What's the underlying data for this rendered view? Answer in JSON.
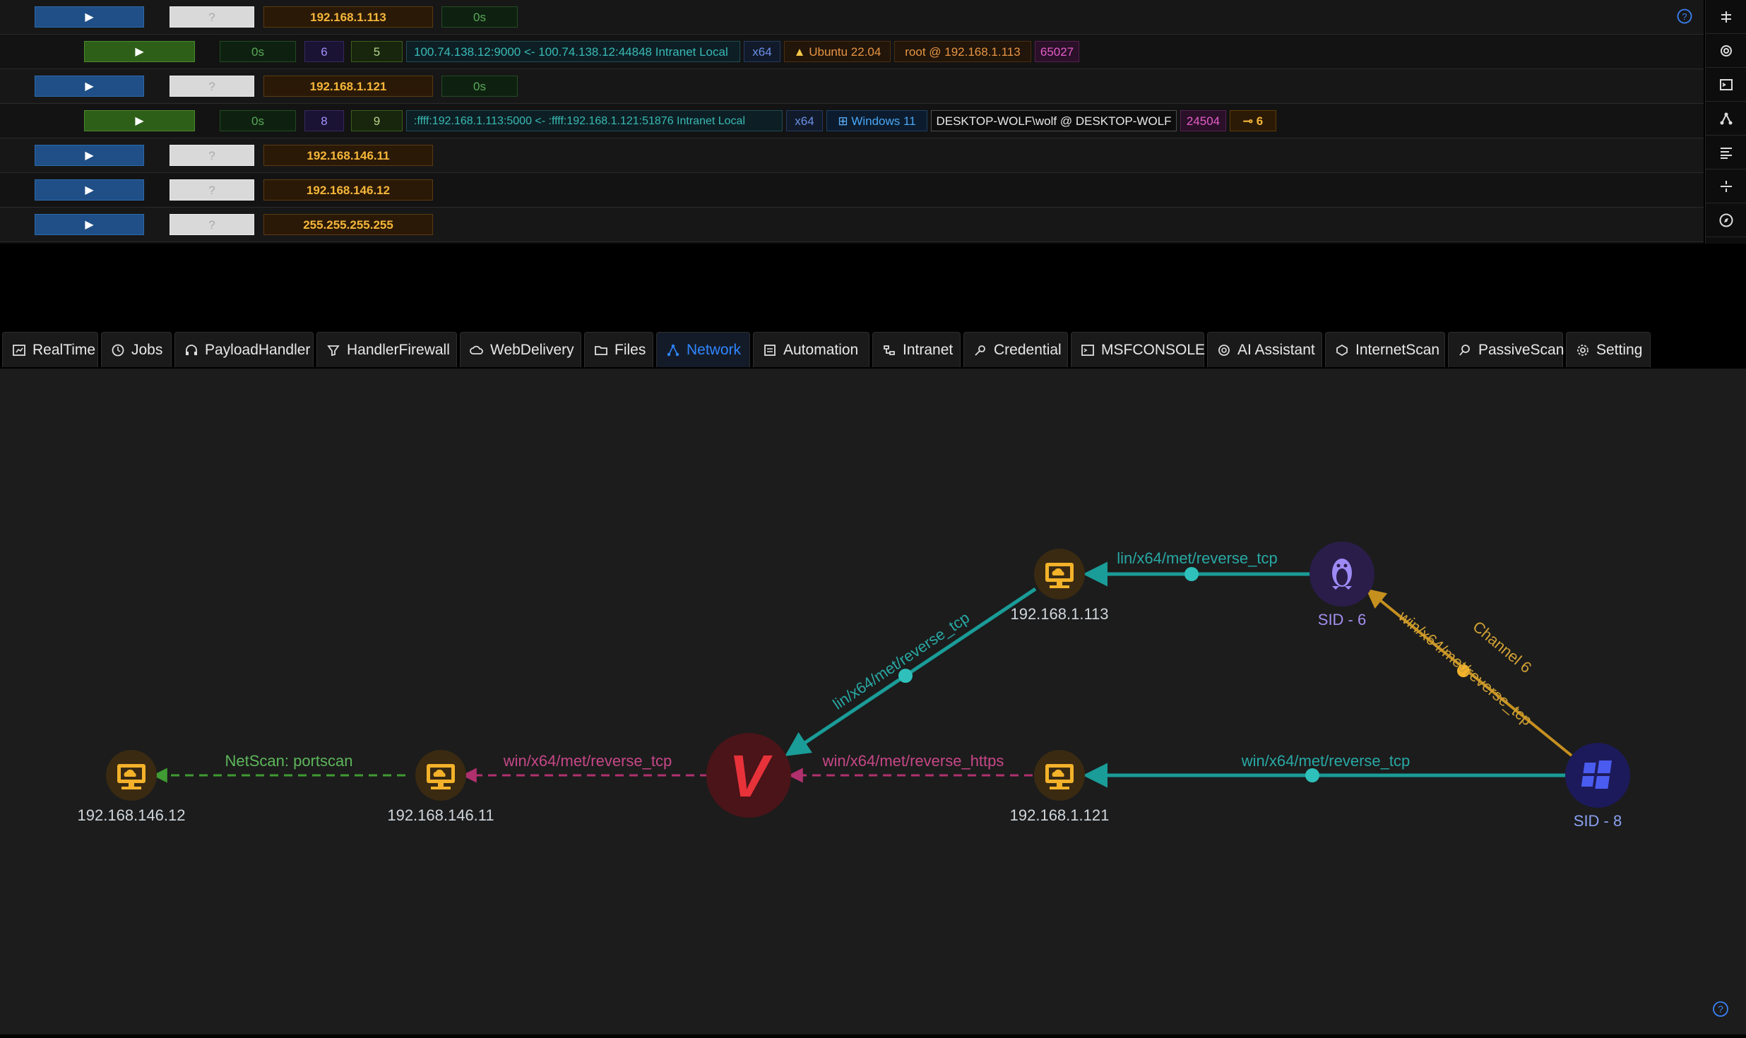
{
  "sessions": {
    "rows": [
      {
        "type": "host",
        "ip": "192.168.1.113",
        "time": "0s",
        "q": "?"
      },
      {
        "type": "session",
        "time": "0s",
        "sid": "6",
        "route_id": "5",
        "tunnel": "100.74.138.12:9000 <- 100.74.138.12:44848 Intranet Local",
        "arch": "x64",
        "os": "Ubuntu 22.04",
        "user": "root @ 192.168.1.113",
        "pid": "65027"
      },
      {
        "type": "host",
        "ip": "192.168.1.121",
        "time": "0s",
        "q": "?"
      },
      {
        "type": "session",
        "time": "0s",
        "sid": "8",
        "route_id": "9",
        "tunnel": ":ffff:192.168.1.113:5000 <- :ffff:192.168.1.121:51876 Intranet Local",
        "arch": "x64",
        "os": "Windows 11",
        "user": "DESKTOP-WOLF\\wolf @ DESKTOP-WOLF",
        "pid": "24504",
        "badge": "6"
      },
      {
        "type": "host",
        "ip": "192.168.146.11",
        "q": "?"
      },
      {
        "type": "host",
        "ip": "192.168.146.12",
        "q": "?"
      },
      {
        "type": "host",
        "ip": "255.255.255.255",
        "q": "?"
      }
    ]
  },
  "sidebar_icons": [
    "pin-icon",
    "openai-icon",
    "terminal-icon",
    "network-icon",
    "align-left-icon",
    "split-icon",
    "compass-icon"
  ],
  "tabs": [
    {
      "label": "RealTime",
      "icon": "dashboard-icon"
    },
    {
      "label": "Jobs",
      "icon": "clock-icon"
    },
    {
      "label": "PayloadHandler",
      "icon": "headphones-icon"
    },
    {
      "label": "HandlerFirewall",
      "icon": "filter-icon"
    },
    {
      "label": "WebDelivery",
      "icon": "cloud-icon"
    },
    {
      "label": "Files",
      "icon": "folder-icon"
    },
    {
      "label": "Network",
      "icon": "network-icon",
      "active": true
    },
    {
      "label": "Automation",
      "icon": "automation-icon"
    },
    {
      "label": "Intranet",
      "icon": "intranet-icon"
    },
    {
      "label": "Credential",
      "icon": "key-icon"
    },
    {
      "label": "MSFCONSOLE",
      "icon": "console-icon"
    },
    {
      "label": "AI Assistant",
      "icon": "ai-icon"
    },
    {
      "label": "InternetScan",
      "icon": "scan-icon"
    },
    {
      "label": "PassiveScan",
      "icon": "search-icon"
    },
    {
      "label": "Setting",
      "icon": "gear-icon"
    }
  ],
  "graph": {
    "nodes": {
      "host_146_12": "192.168.146.12",
      "host_146_11": "192.168.146.11",
      "host_1_113": "192.168.1.113",
      "host_1_121": "192.168.1.121",
      "sid6": "SID - 6",
      "sid8": "SID - 8",
      "center": "V"
    },
    "edges": {
      "netscan": "NetScan: portscan",
      "tcp_146_11": "win/x64/met/reverse_tcp",
      "https_121": "win/x64/met/reverse_https",
      "lin_center": "lin/x64/met/reverse_tcp",
      "lin_113": "lin/x64/met/reverse_tcp",
      "win_121": "win/x64/met/reverse_tcp",
      "channel": "Channel 6",
      "win_channel": "win/x64/met/reverse_tcp"
    },
    "colors": {
      "teal": "#1a9c98",
      "orange": "#c6901f",
      "pink": "#b0306e",
      "green": "#3f9b32",
      "host": "#f3b22a"
    }
  }
}
